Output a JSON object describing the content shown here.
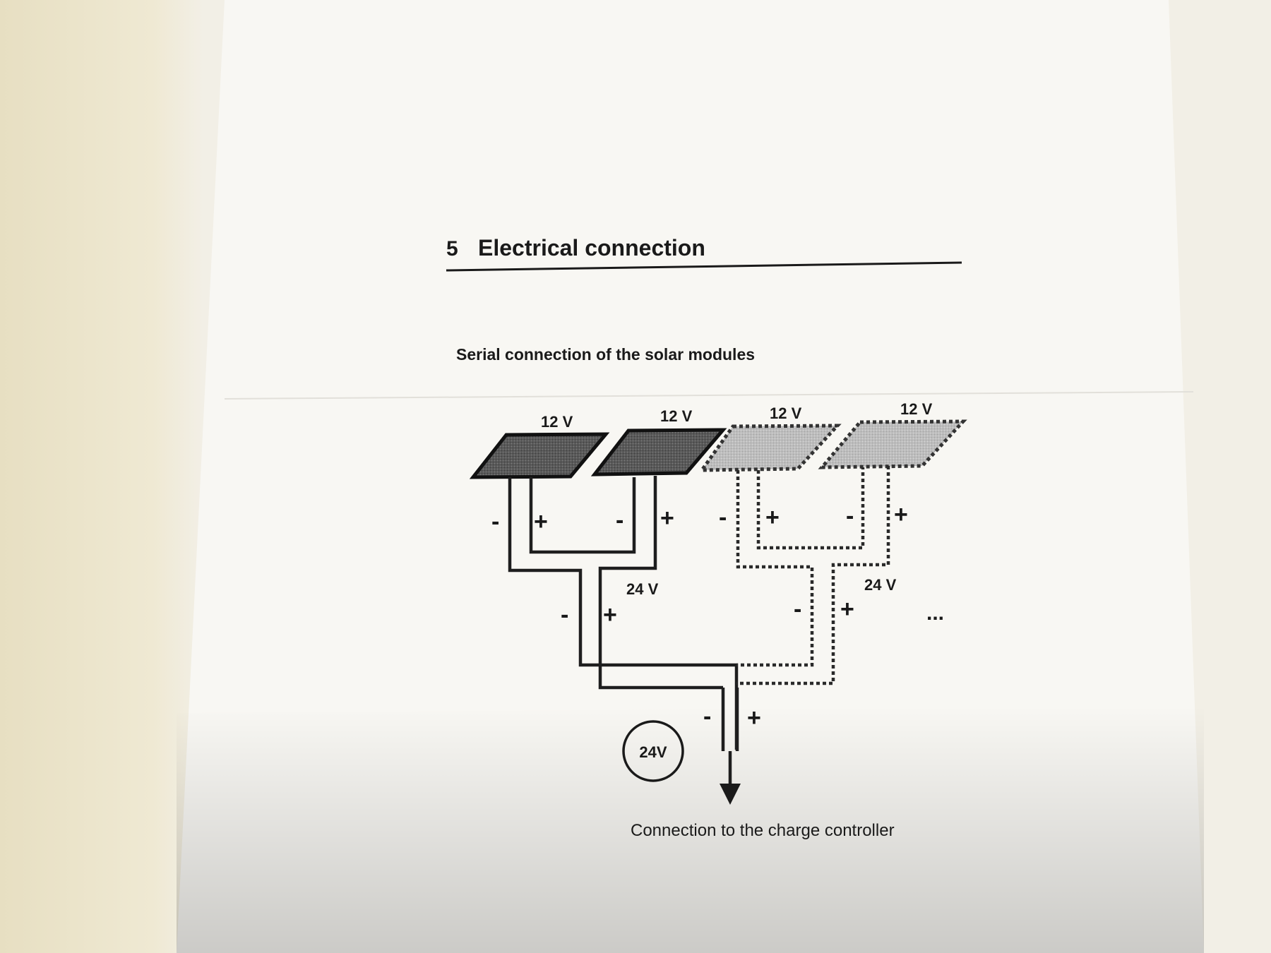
{
  "section": {
    "number": "5",
    "title": "Electrical connection"
  },
  "subtitle": "Serial connection of the solar modules",
  "modules": [
    {
      "voltage": "12 V",
      "style": "solid"
    },
    {
      "voltage": "12 V",
      "style": "solid"
    },
    {
      "voltage": "12 V",
      "style": "dashed"
    },
    {
      "voltage": "12 V",
      "style": "dashed"
    }
  ],
  "polarity": {
    "minus": "-",
    "plus": "+"
  },
  "pair_voltages": [
    "24 V",
    "24 V"
  ],
  "ellipsis": "...",
  "output_badge": "24V",
  "caption": "Connection to the charge controller",
  "colors": {
    "ink": "#1e1e1e",
    "panel_dark": "#555555",
    "panel_light": "#b9b9b9",
    "paper": "#f7f6f2"
  }
}
